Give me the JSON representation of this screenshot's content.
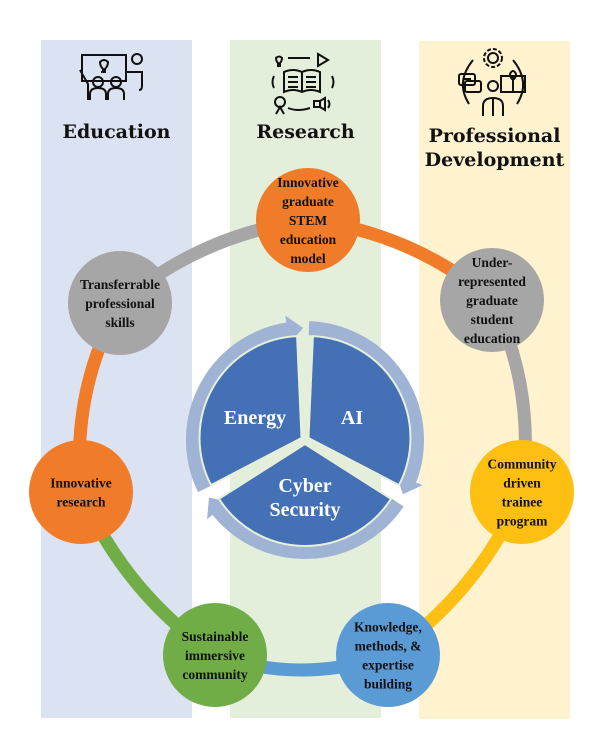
{
  "columns": [
    {
      "id": "education",
      "title": "Education",
      "icon": "teacher-classroom-icon",
      "color": "#dbe2f1"
    },
    {
      "id": "research",
      "title": "Research",
      "icon": "book-research-cycle-icon",
      "color": "#e3efda"
    },
    {
      "id": "professional",
      "title": "Professional Development",
      "title_lines": [
        "Professional",
        "Development"
      ],
      "icon": "professional-network-icon",
      "color": "#fff2cf"
    }
  ],
  "cycle_nodes": [
    {
      "id": "stem-model",
      "lines": [
        "Innovative",
        "graduate",
        "STEM",
        "education",
        "model"
      ],
      "color": "#f07b28",
      "link_color": "#f07b28"
    },
    {
      "id": "underrepresented",
      "lines": [
        "Under-",
        "represented",
        "graduate",
        "student",
        "education"
      ],
      "color": "#a6a6a6",
      "link_color": "#a6a6a6"
    },
    {
      "id": "community-trainee",
      "lines": [
        "Community",
        "driven",
        "trainee",
        "program"
      ],
      "color": "#fdbf12",
      "link_color": "#fdbf12"
    },
    {
      "id": "knowledge",
      "lines": [
        "Knowledge,",
        "methods, &",
        "expertise",
        "building"
      ],
      "color": "#5b9bd5",
      "link_color": "#5b9bd5"
    },
    {
      "id": "sustainable",
      "lines": [
        "Sustainable",
        "immersive",
        "community"
      ],
      "color": "#70ad47",
      "link_color": "#70ad47"
    },
    {
      "id": "innovative-research",
      "lines": [
        "Innovative",
        "research"
      ],
      "color": "#f07b28",
      "link_color": "#f07b28"
    },
    {
      "id": "transferrable",
      "lines": [
        "Transferrable",
        "professional",
        "skills"
      ],
      "color": "#a6a6a6",
      "link_color": "#a6a6a6"
    }
  ],
  "core": {
    "segments": [
      {
        "id": "energy",
        "lines": [
          "Energy"
        ]
      },
      {
        "id": "ai",
        "lines": [
          "AI"
        ]
      },
      {
        "id": "cyber-security",
        "lines": [
          "Cyber",
          "Security"
        ]
      }
    ],
    "segment_color": "#4470b6",
    "arrow_color": "#9fb3d4",
    "divider_color": "#e6efd9"
  }
}
